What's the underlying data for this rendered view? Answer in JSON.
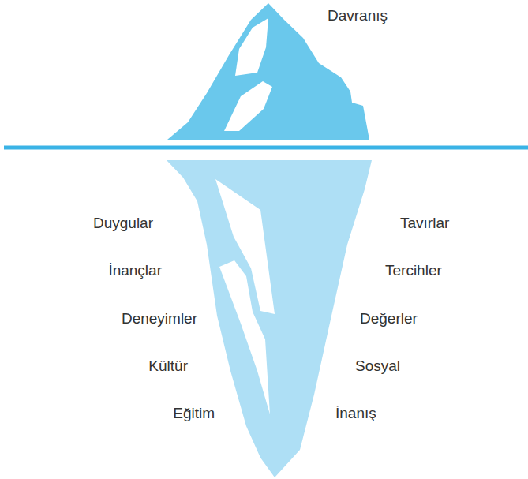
{
  "diagram": {
    "labels": [
      "Davranış",
      "Duygular",
      "Tavırlar",
      "İnançlar",
      "Tercihler",
      "Deneyimler",
      "Değerler",
      "Kültür",
      "Sosyal",
      "Eğitim",
      "İnanış"
    ]
  }
}
